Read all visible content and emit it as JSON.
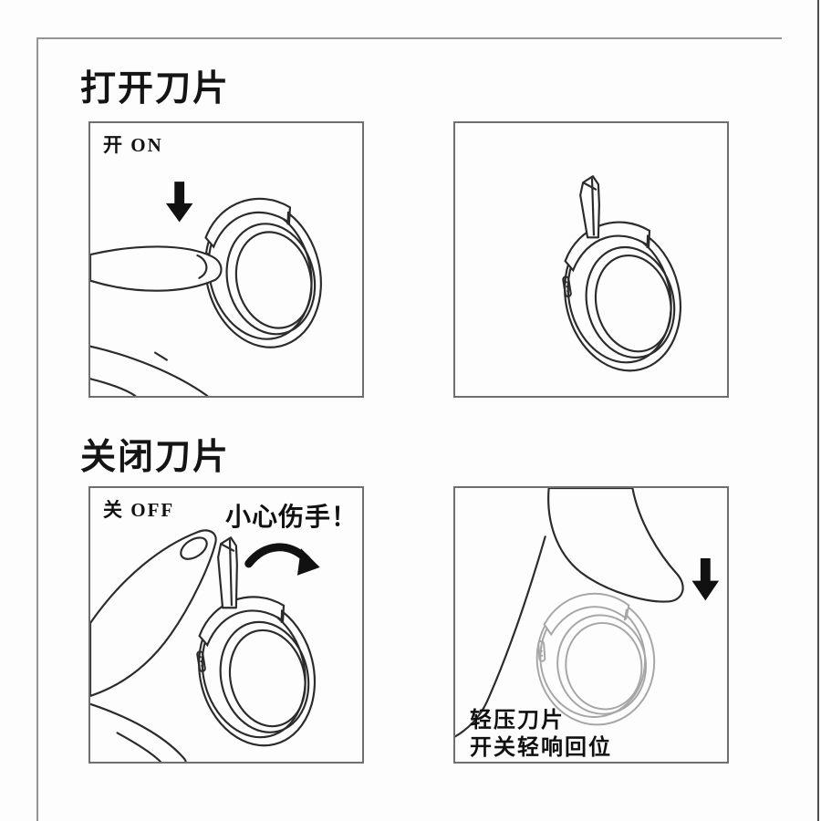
{
  "colors": {
    "background": "#fdfdfd",
    "ink": "#1d1d1d",
    "line_art": "#2b2b2b",
    "light_line_art": "#a6a6a6",
    "frame": "#949494",
    "panel_border": "#6f6f6f",
    "arrow": "#111111"
  },
  "sections": {
    "open": {
      "title": "打开刀片"
    },
    "close": {
      "title": "关闭刀片"
    }
  },
  "panels": {
    "open_step": {
      "label": "开 ON",
      "icons": [
        "down-arrow-icon",
        "finger-illustration",
        "ring-illustration",
        "switch-illustration"
      ]
    },
    "open_result": {
      "icons": [
        "ring-illustration",
        "blade-illustration",
        "switch-illustration"
      ]
    },
    "close_step": {
      "label": "关 OFF",
      "warning": "小心伤手！",
      "icons": [
        "curved-arrow-icon",
        "finger-illustration",
        "blade-illustration",
        "ring-illustration"
      ]
    },
    "close_result": {
      "caption_line1": "轻压刀片",
      "caption_line2": "开关轻响回位",
      "icons": [
        "down-arrow-icon",
        "finger-illustration",
        "ring-illustration"
      ]
    }
  }
}
